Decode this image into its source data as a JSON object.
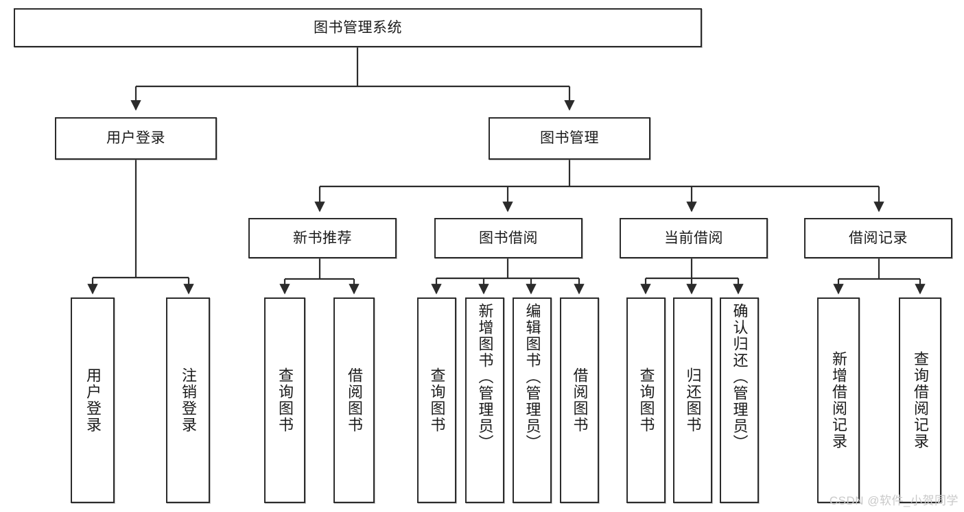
{
  "diagram": {
    "type": "tree-hierarchy-chart",
    "title": "图书管理系统",
    "watermark": "CSDN @软件_小贺同学",
    "colors": {
      "box_stroke": "#2b2b2b",
      "box_fill": "#ffffff",
      "connector": "#2b2b2b",
      "text": "#1b1b1b",
      "watermark": "#c9c9c9"
    },
    "levels": {
      "root": {
        "label": "图书管理系统"
      },
      "level1": [
        {
          "label": "用户登录"
        },
        {
          "label": "图书管理"
        }
      ],
      "level2": [
        {
          "label": "新书推荐"
        },
        {
          "label": "图书借阅"
        },
        {
          "label": "当前借阅"
        },
        {
          "label": "借阅记录"
        }
      ]
    },
    "leaves": {
      "user_login": [
        {
          "label": "用户登录"
        },
        {
          "label": "注销登录"
        }
      ],
      "new_book_recommend": [
        {
          "label": "查询图书"
        },
        {
          "label": "借阅图书"
        }
      ],
      "book_borrow": [
        {
          "label": "查询图书"
        },
        {
          "label": "新增图书（管理员）"
        },
        {
          "label": "编辑图书（管理员）"
        },
        {
          "label": "借阅图书"
        }
      ],
      "current_borrow": [
        {
          "label": "查询图书"
        },
        {
          "label": "归还图书"
        },
        {
          "label": "确认归还（管理员）"
        }
      ],
      "borrow_record": [
        {
          "label": "新增借阅记录"
        },
        {
          "label": "查询借阅记录"
        }
      ]
    }
  }
}
